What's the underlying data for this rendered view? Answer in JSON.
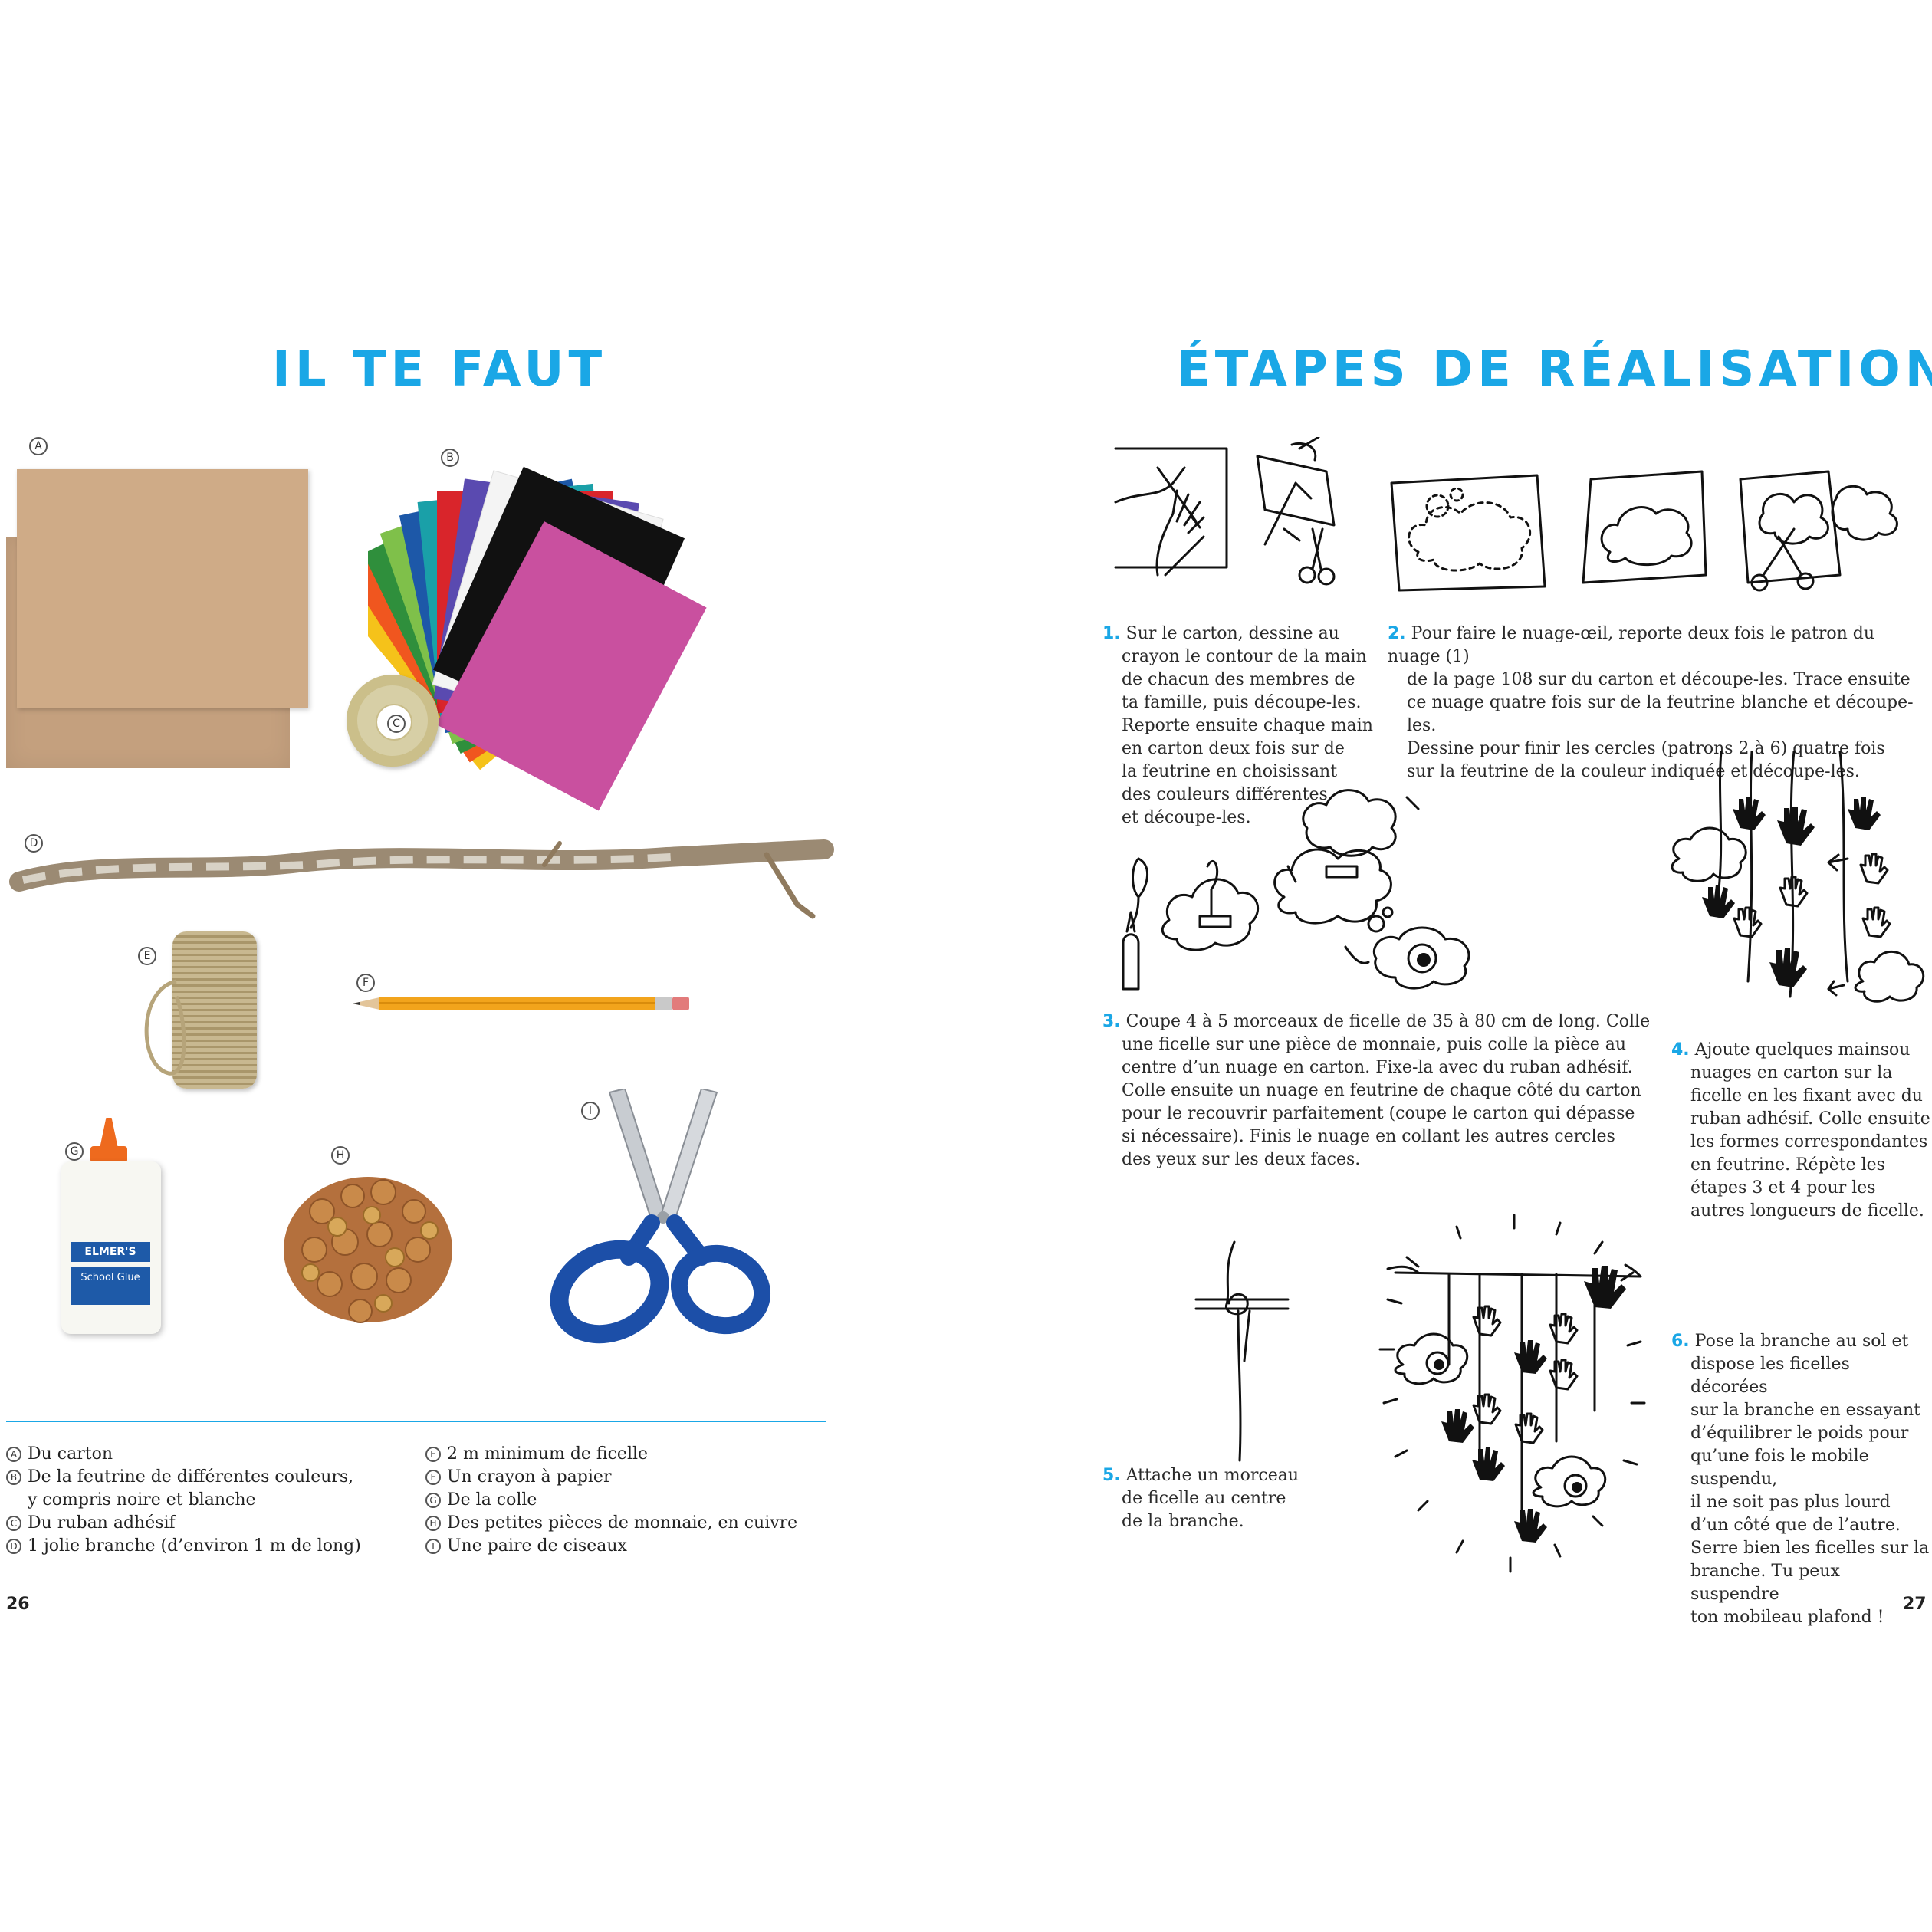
{
  "left": {
    "title": "IL TE FAUT",
    "letters": {
      "a": "A",
      "b": "B",
      "c": "C",
      "d": "D",
      "e": "E",
      "f": "F",
      "g": "G",
      "h": "H",
      "i": "I"
    },
    "glue_brand": "ELMER'S",
    "glue_label": "School Glue",
    "legend_col1": [
      {
        "letter": "A",
        "text": "Du carton"
      },
      {
        "letter": "B",
        "text": "De la feutrine de différentes couleurs,"
      },
      {
        "letter": "",
        "text": "y compris noire et blanche"
      },
      {
        "letter": "C",
        "text": "Du ruban adhésif"
      },
      {
        "letter": "D",
        "text": "1 jolie branche (d’environ 1 m de long)"
      }
    ],
    "legend_col2": [
      {
        "letter": "E",
        "text": "2 m minimum de ficelle"
      },
      {
        "letter": "F",
        "text": "Un crayon à papier"
      },
      {
        "letter": "G",
        "text": "De la colle"
      },
      {
        "letter": "H",
        "text": "Des petites pièces de monnaie, en cuivre"
      },
      {
        "letter": "I",
        "text": "Une paire de ciseaux"
      }
    ],
    "page_number": "26"
  },
  "right": {
    "title": "ÉTAPES DE RÉALISATION",
    "step1": {
      "num": "1.",
      "lines": [
        "Sur le carton, dessine au",
        "crayon le contour de la main",
        "de chacun des membres de",
        "ta famille, puis découpe-les.",
        "Reporte ensuite chaque main",
        "en carton deux fois sur de",
        "la feutrine en choisissant",
        "des couleurs différentes",
        "et découpe-les."
      ]
    },
    "step2": {
      "num": "2.",
      "lines": [
        "Pour faire le nuage-œil, reporte deux fois le patron du nuage (1)",
        "de la page 108 sur du carton et découpe-les. Trace ensuite",
        "ce nuage quatre fois sur de la feutrine blanche et découpe-les.",
        "Dessine pour finir les cercles (patrons 2 à 6) quatre fois",
        "sur la feutrine de la couleur indiquée et découpe-les."
      ]
    },
    "step3": {
      "num": "3.",
      "lines": [
        "Coupe 4 à 5 morceaux de ficelle de 35 à 80 cm de long. Colle",
        "une ficelle sur une pièce de monnaie, puis colle la pièce au",
        "centre d’un nuage en carton. Fixe-la avec du ruban adhésif.",
        "Colle ensuite un nuage en feutrine de chaque côté du carton",
        "pour le recouvrir parfaitement (coupe le carton qui dépasse",
        "si nécessaire). Finis le nuage en collant les autres cercles",
        "des yeux sur les deux faces."
      ]
    },
    "step4": {
      "num": "4.",
      "lines": [
        "Ajoute quelques mainsou",
        "nuages en carton sur la",
        "ficelle en les fixant avec du",
        "ruban adhésif. Colle ensuite",
        "les formes correspondantes",
        "en feutrine. Répète les",
        "étapes 3 et 4 pour les",
        "autres longueurs de ficelle."
      ]
    },
    "step5": {
      "num": "5.",
      "lines": [
        "Attache un morceau",
        "de ficelle au centre",
        "de la branche."
      ]
    },
    "step6": {
      "num": "6.",
      "lines": [
        "Pose la branche au sol et",
        "dispose les ficelles décorées",
        "sur la branche en essayant",
        "d’équilibrer le poids pour",
        "qu’une fois le mobile suspendu,",
        "il ne soit pas plus lourd",
        "d’un côté que de l’autre.",
        "Serre bien les ficelles sur la",
        "branche. Tu peux suspendre",
        "ton mobileau plafond !"
      ]
    },
    "page_number": "27"
  },
  "colors": {
    "accent": "#1aa7e6",
    "ink": "#111111",
    "cardboard": "#c9a27c"
  }
}
